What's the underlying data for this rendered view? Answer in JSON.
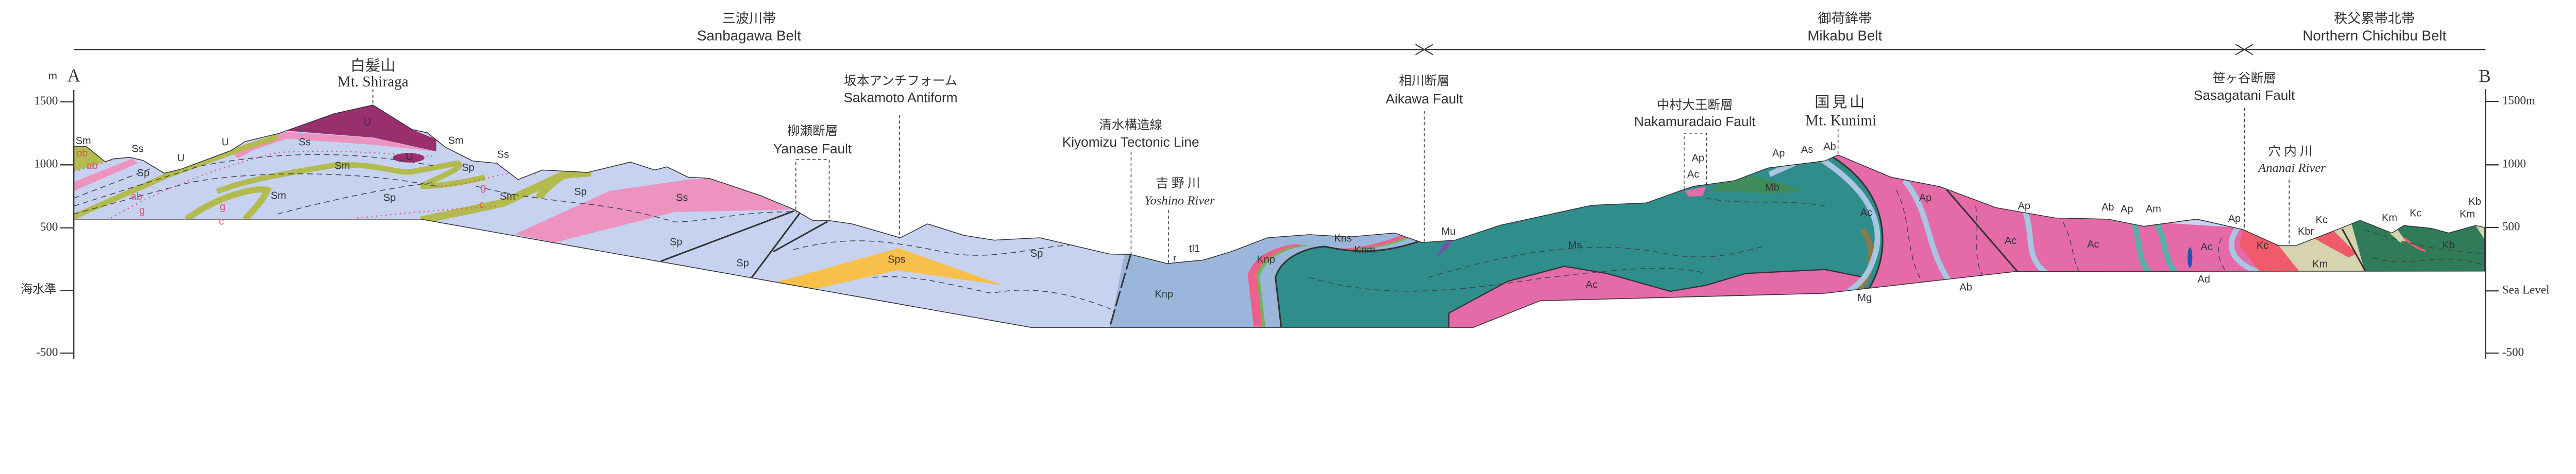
{
  "belts": [
    {
      "ja": "三波川帯",
      "en": "Sanbagawa Belt"
    },
    {
      "ja": "御荷鉾帯",
      "en": "Mikabu Belt"
    },
    {
      "ja": "秩父累帯北帯",
      "en": "Northern Chichibu Belt"
    }
  ],
  "section_ends": {
    "left": "A",
    "right": "B"
  },
  "left_axis": {
    "unit": "m",
    "ticks": [
      "1500",
      "1000",
      "500",
      "海水準",
      "-500"
    ]
  },
  "right_axis": {
    "ticks": [
      "1500m",
      "1000",
      "500",
      "Sea Level",
      "-500"
    ]
  },
  "features": {
    "shiraga": {
      "ja": "白髪山",
      "en": "Mt. Shiraga"
    },
    "yanase": {
      "ja": "柳瀬断層",
      "en": "Yanase Fault"
    },
    "sakamoto": {
      "ja": "坂本アンチフォーム",
      "en": "Sakamoto Antiform"
    },
    "kiyomizu": {
      "ja": "清水構造線",
      "en": "Kiyomizu Tectonic Line"
    },
    "yoshino": {
      "ja": "吉野川",
      "en": "Yoshino River"
    },
    "aikawa": {
      "ja": "相川断層",
      "en": "Aikawa Fault"
    },
    "nakamuradaio": {
      "ja": "中村大王断層",
      "en": "Nakamuradaio Fault"
    },
    "kunimi": {
      "ja": "国見山",
      "en": "Mt. Kunimi"
    },
    "sasagatani": {
      "ja": "笹ヶ谷断層",
      "en": "Sasagatani Fault"
    },
    "ananai": {
      "ja": "穴内川",
      "en": "Ananai River"
    }
  },
  "unit_labels": [
    "Sm",
    "ob",
    "ab",
    "Ss",
    "Sp",
    "U",
    "U",
    "Ss",
    "U",
    "U",
    "Sm",
    "ab",
    "g",
    "Sm",
    "g",
    "c",
    "Sp",
    "Sm",
    "Ss",
    "Sp",
    "g",
    "c",
    "Sm",
    "Sp",
    "Ss",
    "Sp",
    "Sp",
    "Sps",
    "Sp",
    "Knp",
    "r",
    "tl1",
    "Knp",
    "Kns",
    "Knm",
    "Mu",
    "Ms",
    "Ac",
    "Ap",
    "Ac",
    "Ap",
    "As",
    "Mb",
    "Ab",
    "Ac",
    "Ap",
    "Ac",
    "Ap",
    "Ac",
    "Ab",
    "Ap",
    "Am",
    "Ac",
    "Ap",
    "Kc",
    "Kbr",
    "Kc",
    "Km",
    "Mg",
    "Ab",
    "Ad",
    "Km",
    "Kc",
    "Kb",
    "Km",
    "Kb"
  ],
  "colors": {
    "Sp": "#c7d2f1",
    "Ss": "#ec93c0",
    "Sm": "#b3bb4f",
    "U": "#9a2f6d",
    "Sps": "#f7c04a",
    "Knp": "#9ab7db",
    "Kns": "#ee5f8a",
    "Knm": "#6fb55a",
    "Ms": "#2f8d8c",
    "Ac": "#e46aa8",
    "Ap": "#a8c6e2",
    "Am": "#56b0a8",
    "Mb": "#3f8c5c",
    "Mg": "#8c7a4a",
    "Mu": "#7a4fb0",
    "Kc": "#ef5b6b",
    "Km": "#d6d4ae",
    "Kb": "#2f7b5a",
    "Ad": "#2a4fb0",
    "label_red": "#e8506a"
  }
}
